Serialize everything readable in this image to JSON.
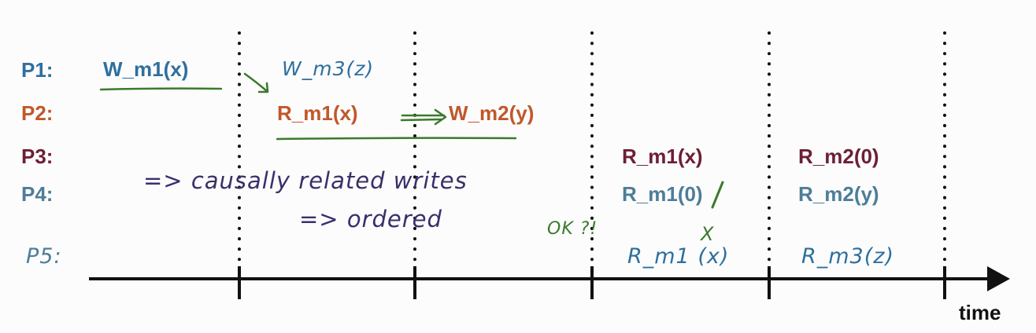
{
  "process_labels": {
    "p1": "P1:",
    "p2": "P2:",
    "p3": "P3:",
    "p4": "P4:",
    "p5": "P5:"
  },
  "events": {
    "p1_write_m1": "W_m1(x)",
    "p1_write_m3": "W_m3(z)",
    "p2_read_m1": "R_m1(x)",
    "p2_write_m2": "W_m2(y)",
    "p3_read_m1": "R_m1(x)",
    "p3_read_m2": "R_m2(0)",
    "p4_read_m1": "R_m1(0)",
    "p4_read_m2": "R_m2(y)",
    "p5_read_m1": "R_m1 (x)",
    "p5_read_m3": "R_m3(z)"
  },
  "annotations": {
    "causal_note": "=> causally related writes",
    "ordered_note": "=> ordered",
    "ok_note": "OK ?!",
    "cross_mark": "X"
  },
  "axis": {
    "label": "time"
  },
  "colors": {
    "p1": "#2e6f9e",
    "p2": "#c0582b",
    "p3": "#6d1f35",
    "p4": "#4d7d99",
    "p5": "#2e6f9e",
    "handwriting": "#3a2f6b",
    "annotation_green": "#3a7a2c",
    "axis": "#111111"
  }
}
